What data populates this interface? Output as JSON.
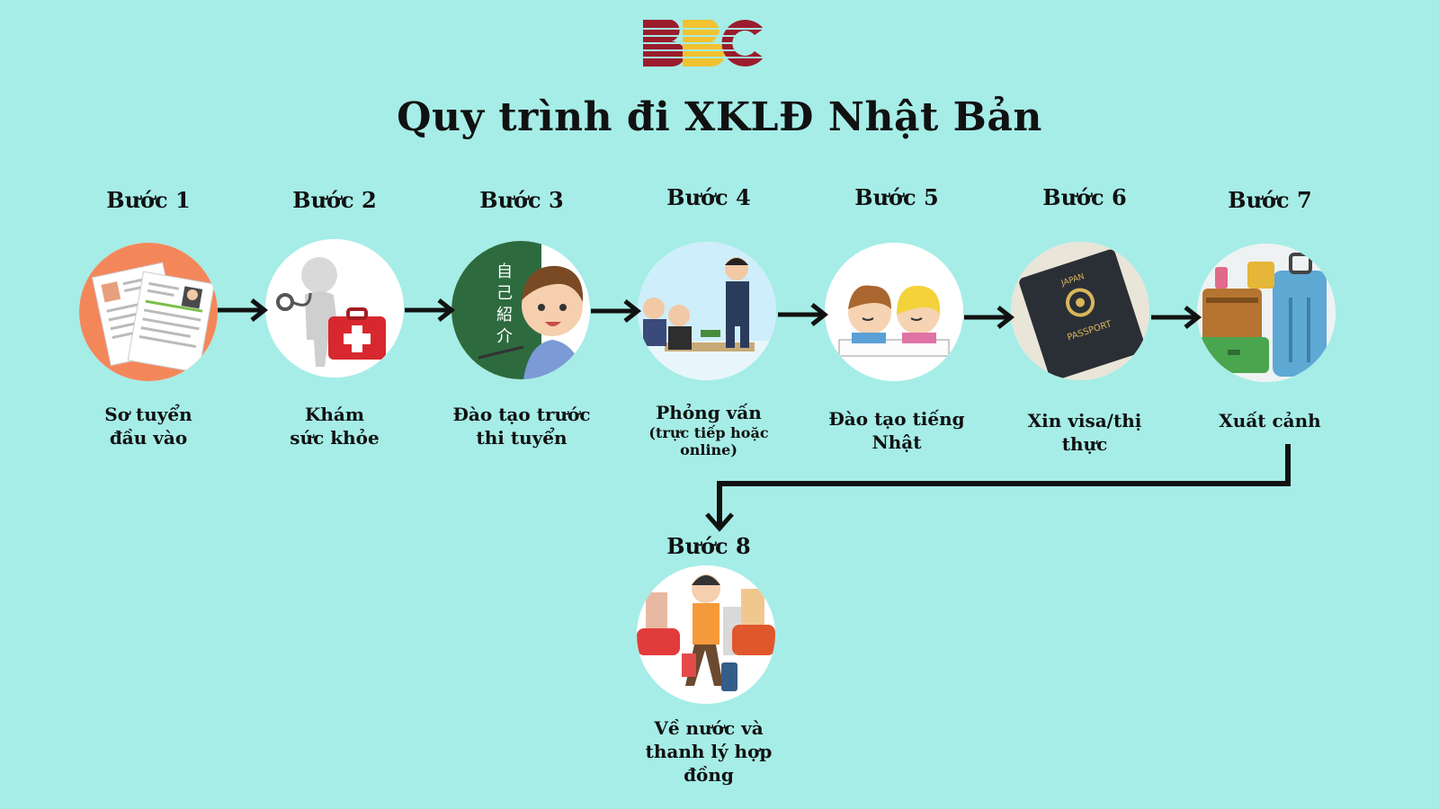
{
  "logo": {
    "text": "BBC"
  },
  "title": "Quy trình đi XKLĐ Nhật Bản",
  "steps": [
    {
      "label": "Bước 1",
      "caption": "Sơ tuyển đầu vào",
      "icon": "resume-documents-icon"
    },
    {
      "label": "Bước 2",
      "caption": "Khám sức khỏe",
      "icon": "medical-checkup-icon"
    },
    {
      "label": "Bước 3",
      "caption": "Đào tạo trước thi tuyển",
      "icon": "teacher-blackboard-icon"
    },
    {
      "label": "Bước 4",
      "caption": "Phỏng vấn",
      "sub": "(trực tiếp hoặc online)",
      "icon": "interview-icon"
    },
    {
      "label": "Bước 5",
      "caption": "Đào tạo tiếng Nhật",
      "icon": "students-studying-icon"
    },
    {
      "label": "Bước 6",
      "caption": "Xin visa/thị thực",
      "icon": "passport-icon"
    },
    {
      "label": "Bước 7",
      "caption": "Xuất cảnh",
      "icon": "luggage-icon"
    },
    {
      "label": "Bước 8",
      "caption": "Về nước và thanh lý hợp đồng",
      "icon": "traveler-returning-icon"
    }
  ],
  "colors": {
    "background": "#a6ede7",
    "logo_red": "#9b1c2c",
    "logo_yellow": "#f2c230",
    "arrow": "#111111"
  },
  "blackboard_text": "自己紹介",
  "passport_text": {
    "country": "JAPAN",
    "word": "PASSPORT"
  }
}
